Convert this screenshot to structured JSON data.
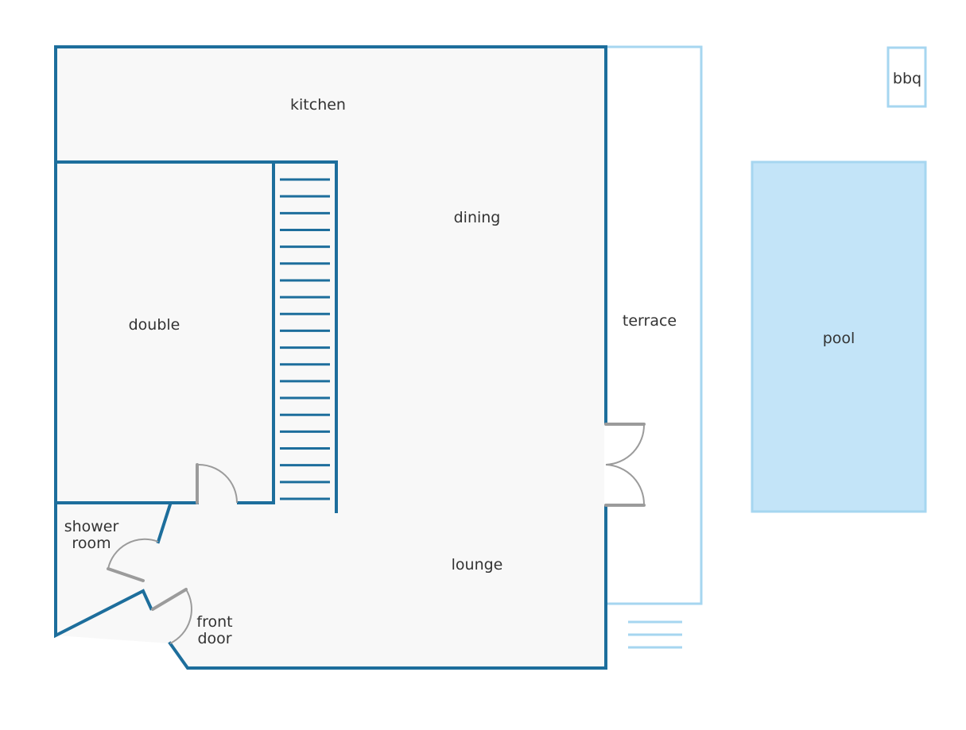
{
  "rooms": {
    "kitchen": "kitchen",
    "dining": "dining",
    "double": "double",
    "lounge": "lounge",
    "terrace": "terrace",
    "pool": "pool",
    "bbq": "bbq",
    "shower_room_line1": "shower",
    "shower_room_line2": "room",
    "front_door_line1": "front",
    "front_door_line2": "door"
  },
  "colors": {
    "wall": "#1d6e9c",
    "floor": "#f8f8f8",
    "outdoor_outline": "#a6d6f0",
    "pool_fill": "#c3e4f8",
    "door": "#9b9b9b"
  },
  "stairs": {
    "step_count": 20
  }
}
